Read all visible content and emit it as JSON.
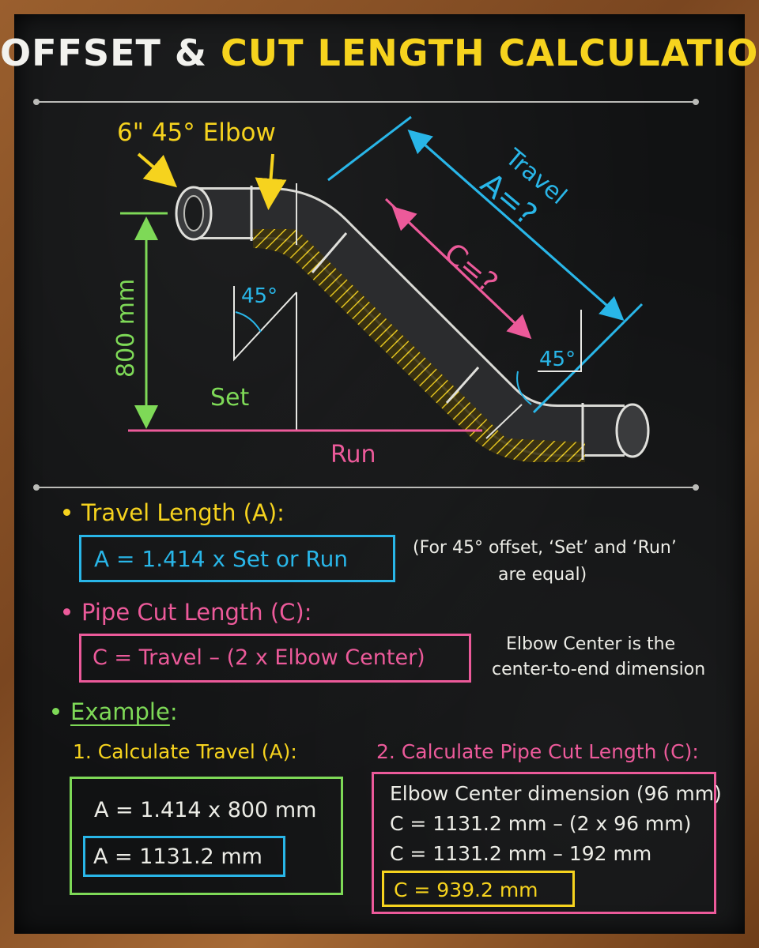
{
  "title": {
    "part1": "OFFSET & ",
    "part2": "CUT LENGTH CALCULATION"
  },
  "diagram": {
    "elbow_label": "6\" 45° Elbow",
    "travel_label": "Travel",
    "travel_value": "A=?",
    "cut_value": "C=?",
    "angle_left": "45°",
    "angle_right": "45°",
    "set_dimension": "800 mm",
    "set_label": "Set",
    "run_label": "Run"
  },
  "travel_section": {
    "heading": "Travel Length (A):",
    "formula": "A = 1.414 x Set or Run",
    "note_line1": "(For 45° offset, ‘Set’ and ‘Run’",
    "note_line2": "are equal)"
  },
  "cut_section": {
    "heading": "Pipe Cut Length (C):",
    "formula": "C = Travel – (2 x Elbow Center)",
    "note_line1": "Elbow Center is the",
    "note_line2": "center-to-end dimension"
  },
  "example": {
    "heading": "Example",
    "colon": ":",
    "step1": {
      "heading": "1. Calculate Travel (A):",
      "line1": "A = 1.414 x 800 mm",
      "result": "A = 1131.2 mm"
    },
    "step2": {
      "heading": "2. Calculate Pipe Cut Length (C):",
      "line1": "Elbow Center dimension (96 mm)",
      "line2": "C = 1131.2 mm – (2 x 96 mm)",
      "line3": "C = 1131.2 mm – 192 mm",
      "result": "C = 939.2 mm"
    }
  },
  "colors": {
    "cyan": "#29b6e8",
    "pink": "#ec5a9a",
    "green": "#7ed957",
    "yellow": "#f6d31e",
    "chalk": "#ececE6"
  }
}
